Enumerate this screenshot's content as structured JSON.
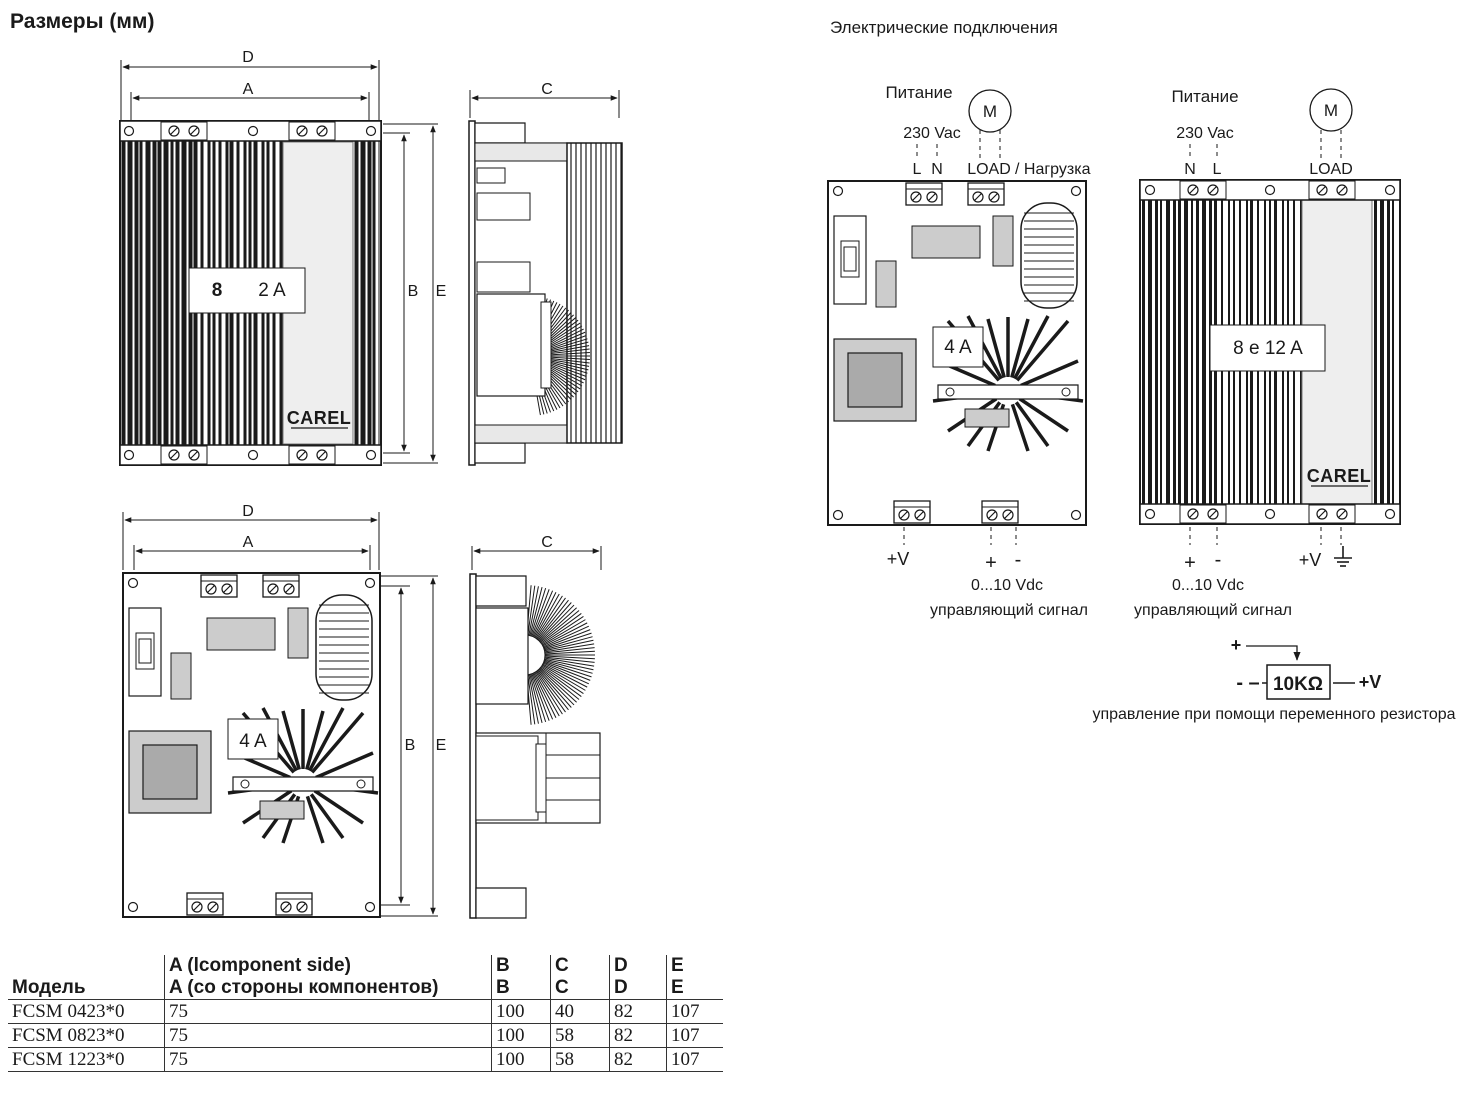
{
  "titles": {
    "dimensions": "Размеры (мм)",
    "electrical": "Электрические подключения"
  },
  "dim_letters": {
    "A": "A",
    "B": "B",
    "C": "C",
    "D": "D",
    "E": "E"
  },
  "badges": {
    "top_heatsink": [
      "8",
      "2 A"
    ],
    "board_left": "4 A",
    "board_right": "4 A",
    "heatsink_right": "8 e 12 A"
  },
  "brand": "CAREL",
  "wiring_left": {
    "power": "Питание",
    "voltage": "230 Vac",
    "terminals": [
      "L",
      "N"
    ],
    "load": "LOAD",
    "load_ru": "/ Нагрузка",
    "motor": "M",
    "plus_v": "+V",
    "plus": "+",
    "minus": "-",
    "range": "0...10 Vdc",
    "signal": "управляющий сигнал"
  },
  "wiring_right": {
    "power": "Питание",
    "voltage": "230 Vac",
    "terminals": [
      "N",
      "L"
    ],
    "load": "LOAD",
    "motor": "M",
    "plus_v": "+V",
    "plus": "+",
    "minus": "-",
    "range": "0...10 Vdc",
    "signal": "управляющий сигнал"
  },
  "resistor": {
    "plus": "+",
    "minus": "- –",
    "value": "10KΩ",
    "plus_v": "+V",
    "caption": "управление при помощи переменного резистора"
  },
  "table": {
    "headers": {
      "model": "Модель",
      "a_line1": "A (lcomponent side)",
      "a_line2": "A (со стороны компонентов)",
      "b": [
        "B",
        "B"
      ],
      "c": [
        "C",
        "C"
      ],
      "d": [
        "D",
        "D"
      ],
      "e": [
        "E",
        "E"
      ]
    },
    "rows": [
      [
        "FCSM 0423*0",
        "75",
        "100",
        "40",
        "82",
        "107"
      ],
      [
        "FCSM 0823*0",
        "75",
        "100",
        "58",
        "82",
        "107"
      ],
      [
        "FCSM 1223*0",
        "75",
        "100",
        "58",
        "82",
        "107"
      ]
    ]
  }
}
